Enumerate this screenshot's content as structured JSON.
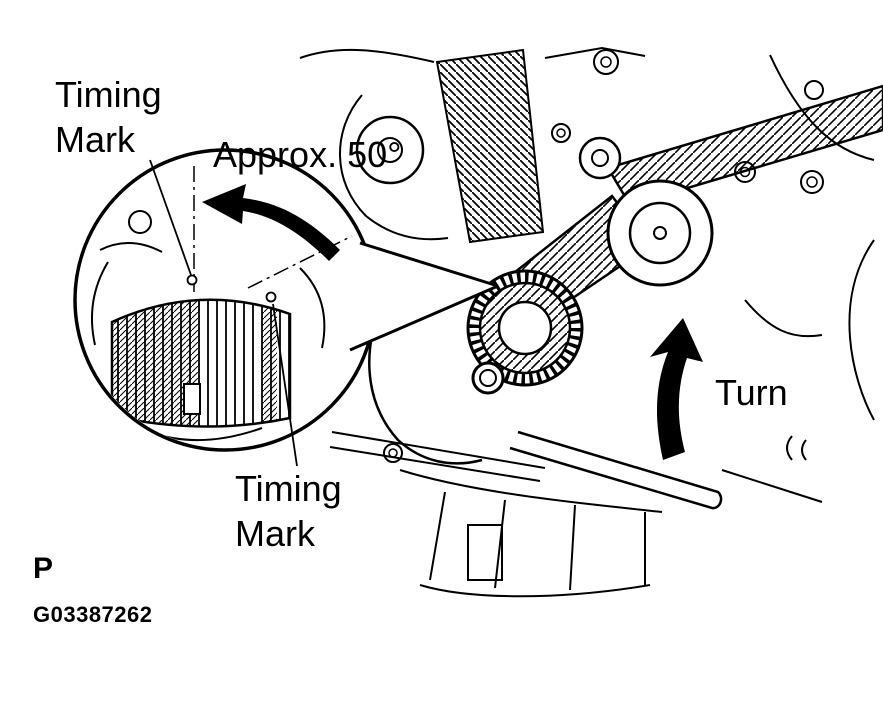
{
  "figure": {
    "labels": {
      "timing_upper": {
        "line1": "Timing",
        "line2": "Mark"
      },
      "approx_angle": "Approx. 50°",
      "timing_lower": {
        "line1": "Timing",
        "line2": "Mark"
      },
      "turn": "Turn",
      "page_marker": "P",
      "figure_id": "G03387262"
    },
    "icons": {
      "rotation_arrow": "curved-left-arrow",
      "turn_arrow": "up-arrow"
    },
    "colors": {
      "ink": "#000000",
      "background": "#ffffff"
    }
  }
}
